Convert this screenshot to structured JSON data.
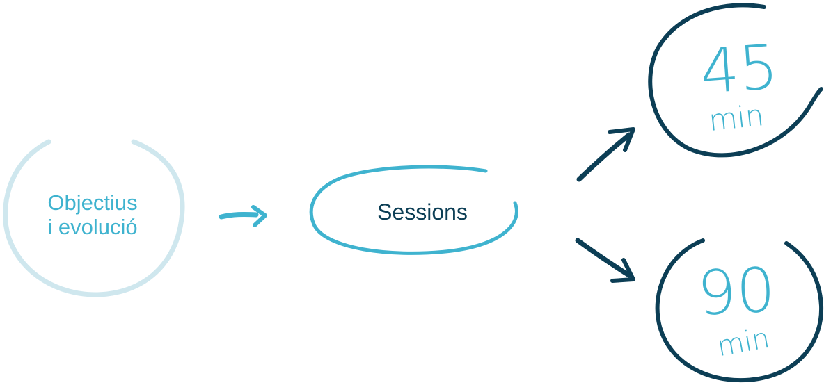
{
  "colors": {
    "light_teal": "#cfe7ee",
    "teal": "#3fb3cf",
    "dark_navy": "#0c3e55",
    "background": "#ffffff"
  },
  "nodes": {
    "objectives": {
      "line1": "Objectius",
      "line2": "i evolució"
    },
    "sessions": {
      "label": "Sessions"
    },
    "session_45": {
      "number": "45",
      "unit": "min"
    },
    "session_90": {
      "number": "90",
      "unit": "min"
    }
  },
  "icons": {
    "arrow_1": "arrow-right-icon",
    "arrow_2": "arrow-up-right-icon",
    "arrow_3": "arrow-down-right-icon"
  }
}
